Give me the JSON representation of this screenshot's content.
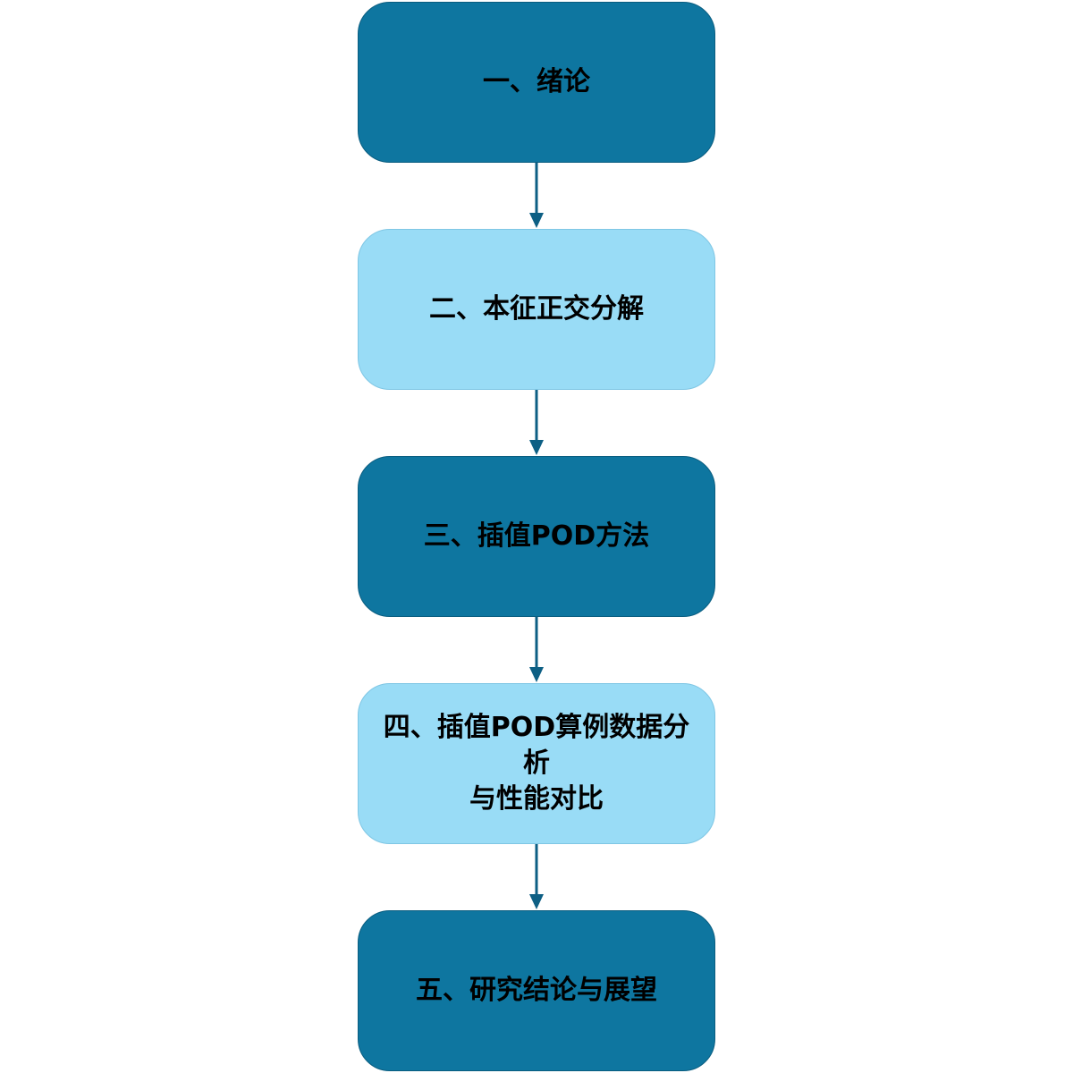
{
  "colors": {
    "dark_box": "#0e76a0",
    "light_box": "#99dcf6",
    "arrow": "#0d5f84",
    "text": "#000000"
  },
  "steps": [
    {
      "label": "一、绪论"
    },
    {
      "label": "二、本征正交分解"
    },
    {
      "label": "三、插值POD方法"
    },
    {
      "label": "四、插值POD算例数据分析\n与性能对比"
    },
    {
      "label": "五、研究结论与展望"
    }
  ]
}
